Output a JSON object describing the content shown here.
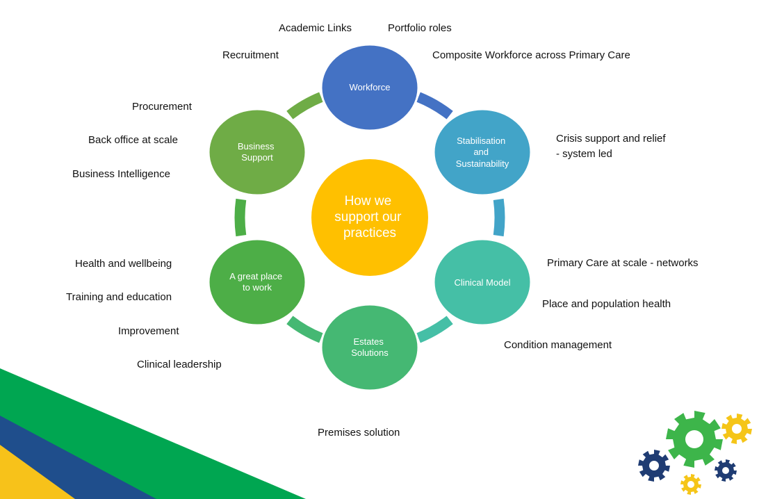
{
  "center": {
    "lines": [
      "How we",
      "support our",
      "practices"
    ]
  },
  "nodes": [
    {
      "id": "workforce",
      "lines": [
        "Workforce"
      ],
      "color": "#4472C4"
    },
    {
      "id": "stabilisation",
      "lines": [
        "Stabilisation",
        "and",
        "Sustainability"
      ],
      "color": "#42A4C8"
    },
    {
      "id": "clinical-model",
      "lines": [
        "Clinical Model"
      ],
      "color": "#45BFA6"
    },
    {
      "id": "estates",
      "lines": [
        "Estates",
        "Solutions"
      ],
      "color": "#45B873"
    },
    {
      "id": "great-place",
      "lines": [
        "A great place",
        "to work"
      ],
      "color": "#4DAE47"
    },
    {
      "id": "business-support",
      "lines": [
        "Business",
        "Support"
      ],
      "color": "#6FAC46"
    }
  ],
  "center_color": "#FFC000",
  "labels": {
    "workforce": [
      "Academic Links",
      "Portfolio roles",
      "Composite Workforce across Primary Care",
      "Recruitment"
    ],
    "stabilisation": [
      "Crisis support and relief",
      "- system led"
    ],
    "clinical_model": [
      "Primary Care at scale - networks",
      "Place and population health",
      "Condition management"
    ],
    "estates": [
      "Premises solution"
    ],
    "great_place": [
      "Health and wellbeing",
      "Training and education",
      "Improvement",
      "Clinical leadership"
    ],
    "business_support": [
      "Procurement",
      "Back office at scale",
      "Business Intelligence"
    ]
  },
  "decor": {
    "band_colors": [
      "#00A651",
      "#1F4E8C",
      "#F7C21A"
    ],
    "gear_colors": {
      "green": "#3DB54A",
      "yellow": "#F5C518",
      "navy": "#1F3C73"
    }
  }
}
